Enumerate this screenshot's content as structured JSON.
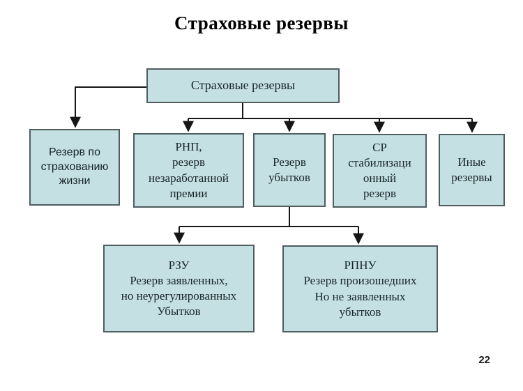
{
  "title": "Страховые резервы",
  "page_number": "22",
  "colors": {
    "box_fill": "#c5e0e2",
    "box_border": "#4f5d5f",
    "line": "#161616",
    "text": "#17252b"
  },
  "nodes": {
    "root": {
      "label": "Страховые резервы"
    },
    "life": {
      "label": "Резерв по\nстрахованию\nжизни"
    },
    "rnp": {
      "label": "РНП,\nрезерв\nнезаработанной\nпремии"
    },
    "loss": {
      "label": "Резерв\nубытков"
    },
    "sr": {
      "label": "СР\nстабилизаци\nонный\nрезерв"
    },
    "other": {
      "label": "Иные\nрезервы"
    },
    "rzu": {
      "label": "РЗУ\nРезерв заявленных,\nно неурегулированных\nУбытков"
    },
    "rpnu": {
      "label": "РПНУ\nРезерв произошедших\nНо не заявленных\nубытков"
    }
  }
}
